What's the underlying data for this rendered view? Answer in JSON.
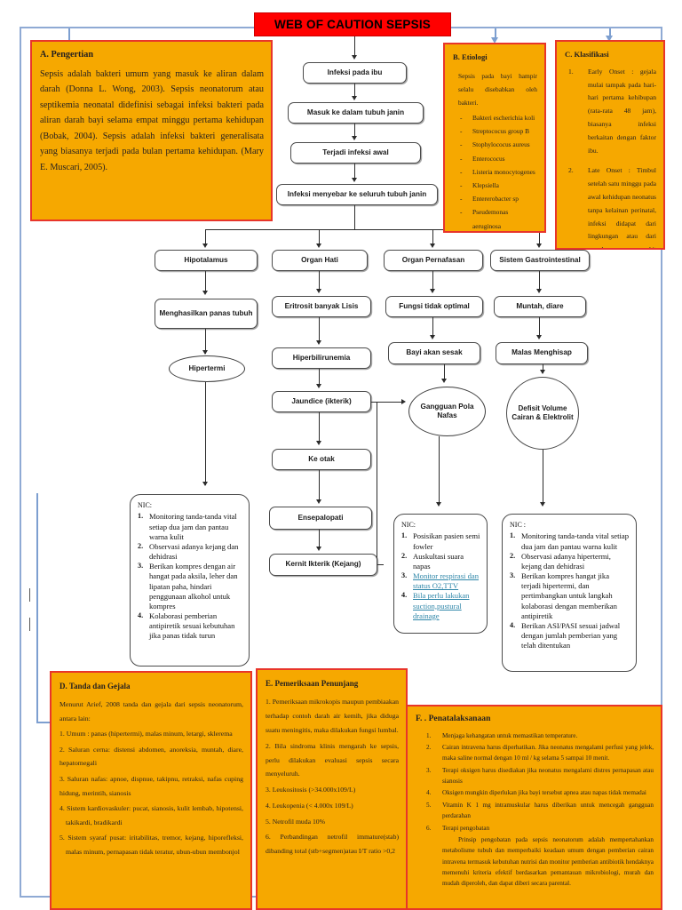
{
  "title": "WEB OF CAUTION SEPSIS",
  "boxes": {
    "a": {
      "heading": "A.  Pengertian",
      "body": "Sepsis adalah bakteri umum yang masuk ke aliran dalam darah (Donna L. Wong, 2003). Sepsis neonatorum atau septikemia neonatal didefinisi sebagai infeksi bakteri pada aliran darah bayi selama empat minggu pertama kehidupan (Bobak, 2004). Sepsis adalah infeksi bakteri generalisata yang biasanya terjadi pada bulan pertama kehidupan. (Mary E. Muscari, 2005)."
    },
    "b": {
      "heading": "B. Etiologi",
      "intro": "Sepsis pada bayi hampir selalu disebabkan oleh bakteri.",
      "items": [
        "Bakteri escherichia koli",
        "Streptococus group B",
        "Stophylococus aureus",
        "Enterococus",
        "Listeria monocytogenes",
        "Klepsiella",
        "Entererobacter sp",
        "Pseudemonas aeruginosa"
      ]
    },
    "c": {
      "heading": "C. Klasifikasi",
      "items": [
        "Early Onset : gejala mulai tampak pada hari-hari pertama kehibupan (rata-rata 48 jam), biasanya infeksi berkaitan dengan faktor ibu.",
        "Late Onset : Timbul setelah satu minggu pada awal kehidupan neonatus tanpa kelainan perinatal, infeksi didapat dari lingkungan atau dari rumah sakit (nosokomial)"
      ]
    },
    "d": {
      "heading": "D.  Tanda dan Gejala",
      "intro": "Menurut Arief, 2008 tanda dan gejala dari sepsis neonatorum, antara lain:",
      "items": [
        "1. Umum : panas (hipertermi), malas minum, letargi, sklerema",
        "2. Saluran cerna: distensi abdomen, anoreksia, muntah, diare, hepatomegali",
        "3. Saluran nafas: apnoe, dispnue, takipnu, retraksi, nafas cuping hidung, merintih, sianosis",
        "4. Sistem kardiovaskuler: pucat, sianosis, kulit lembab, hipotensi, takikardi, bradikardi",
        "5. Sistem syaraf pusat: iritabilitas, tremor, kejang, hiporefleksi, malas minum, pernapasan tidak teratur, ubun-ubun membonjol"
      ]
    },
    "e": {
      "heading": "E.  Pemeriksaan Penunjang",
      "items": [
        "1.      Pemeriksaan mikrokopis maupun pembiaakan terhadap contoh darah air kemih, jika diduga suatu meningitis, maka dilakukan fungsi lumbal.",
        "2. Bila sindroma klinis mengarah ke sepsis, perlu dilakukan evaluasi sepsis secara menyeluruh.",
        "3. Leukositosis (>34.000x109/L)",
        "4.  Leukopenia (< 4.000x 109/L)",
        "5.  Netrofil muda 10%",
        "6. Perbandingan netrofil immature(stab) dibanding total (stb+segmen)atau I/T ratio >0,2"
      ]
    },
    "f": {
      "heading": "F. . Penatalaksanaan",
      "items": [
        "Menjaga kehangatan untuk memastikan temperature.",
        "Cairan intravena harus diperhatikan. Jika neonatus mengalami perfusi yang jelek, maka saline normal dengan 10 ml / kg selama 5 sampai 10 menit.",
        "Terapi oksigen harus disediakan jika neonatus mengalami distres pernapasan atau sianosis",
        "Oksigen mungkin diperlukan jika bayi tersebut apnea atau napas tidak memadai",
        "Vitamin K 1 mg intramuskular harus diberikan untuk mencegah gangguan perdarahan",
        "Terapi pengobatan"
      ],
      "closing": "Prinsip pengobatan pada sepsis neonatorum adalah mempertahankan metabolisme tubuh dan memperbaiki keadaan umum dengan pemberian cairan intravena termasuk kebutuhan nutrisi dan monitor pemberian antibiotik hendaknya memenuhi kriteria efektif berdasarkan pemantauan mikrobiologi, murah dan mudah diperoleh, dan dapat diberi secara parental."
    }
  },
  "flow": {
    "n1": "Infeksi pada ibu",
    "n2": "Masuk ke dalam  tubuh janin",
    "n3": "Terjadi infeksi awal",
    "n4": "Infeksi menyebar ke seluruh tubuh janin",
    "n5": "Hipotalamus",
    "n6": "Organ Hati",
    "n7": "Organ Pernafasan",
    "n8": "Sistem Gastrointestinal",
    "n9": "Menghasilkan panas tubuh",
    "n10": "Eritrosit banyak Lisis",
    "n11": "Fungsi tidak optimal",
    "n12": "Muntah, diare",
    "n13": "Hipertermi",
    "n14": "Hiperbilirunemia",
    "n15": "Bayi akan sesak",
    "n16": "Malas Menghisap",
    "n17": "Jaundice  (ikterik)",
    "n18": "Gangguan Pola Nafas",
    "n19": "Defisit Volume Cairan & Elektrolit",
    "n20": "Ke otak",
    "n21": "Ensepalopati",
    "n22": "Kernit Ikterik (Kejang)"
  },
  "nic": {
    "left": {
      "heading": "NIC:",
      "items": [
        "Monitoring tanda-tanda vital setiap dua jam dan pantau warna kulit",
        "Observasi adanya kejang dan dehidrasi",
        "Berikan kompres dengan air hangat pada aksila, leher dan lipatan paha, hindari penggunaan alkohol untuk kompres",
        "Kolaborasi pemberian antipiretik sesuai kebutuhan jika panas tidak turun"
      ]
    },
    "middle": {
      "heading": "NIC:",
      "items": [
        "Posisikan pasien semi fowler",
        "Auskultasi suara napas",
        "Monitor respirasi dan status O2,TTV",
        "Bila perlu lakukan suction,pustural drainage"
      ],
      "link_from_index": 2
    },
    "right": {
      "heading": "NIC :",
      "items": [
        "Monitoring tanda-tanda vital setiap dua jam dan pantau warna kulit",
        "Observasi adanya hipertermi, kejang dan dehidrasi",
        "Berikan kompres hangat jika terjadi hipertermi, dan pertimbangkan untuk langkah kolaborasi dengan memberikan antipiretik",
        "Berikan ASI/PASI sesuai jadwal dengan jumlah pemberian yang telah ditentukan"
      ]
    }
  },
  "colors": {
    "banner_bg": "#ff0000",
    "box_bg": "#f6a800",
    "box_border": "#e8352a",
    "connector": "#2b2b2b",
    "blue_connector": "#7d9fd0",
    "link": "#2e86a8"
  }
}
